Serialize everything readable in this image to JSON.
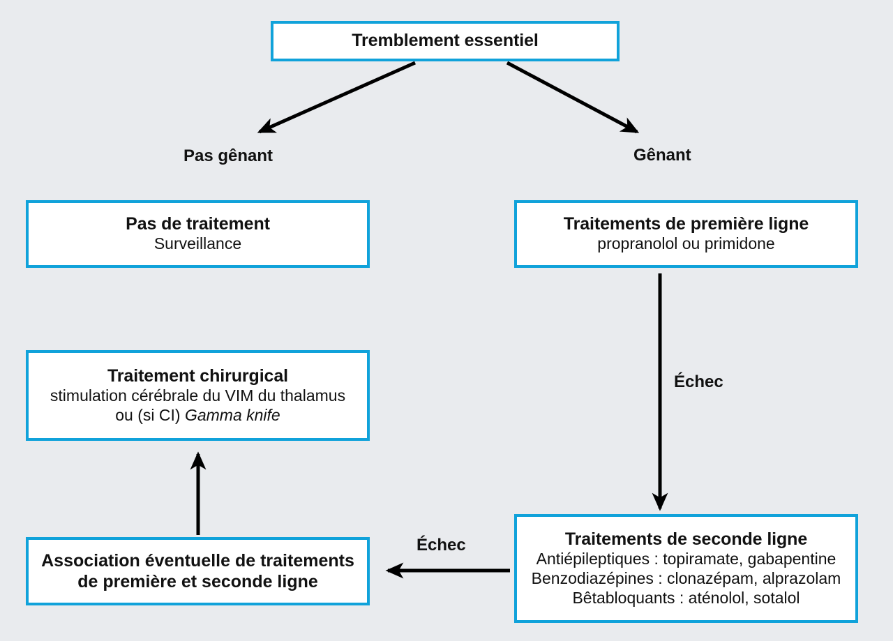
{
  "diagram": {
    "title": "Tremblement essentiel",
    "background_color": "#e9ebee",
    "box_border_color": "#10a2da",
    "box_fill_color": "#ffffff",
    "arrow_color": "#000000",
    "nodes": {
      "root": {
        "title": "Tremblement essentiel"
      },
      "no_treatment": {
        "title": "Pas de traitement",
        "line1": "Surveillance"
      },
      "first_line": {
        "title": "Traitements de première ligne",
        "line1": "propranolol ou primidone"
      },
      "surgery": {
        "title": "Traitement chirurgical",
        "line1": "stimulation cérébrale du VIM du thalamus",
        "line2_prefix": "ou (si CI) ",
        "line2_italic": "Gamma knife"
      },
      "association": {
        "line1": "Association éventuelle de traitements",
        "line2": "de première et seconde ligne"
      },
      "second_line": {
        "title": "Traitements de seconde ligne",
        "line1": "Antiépileptiques : topiramate, gabapentine",
        "line2": "Benzodiazépines : clonazépam, alprazolam",
        "line3": "Bêtabloquants : aténolol, sotalol"
      }
    },
    "edge_labels": {
      "not_bothersome": "Pas gênant",
      "bothersome": "Gênant",
      "failure_vertical": "Échec",
      "failure_horizontal": "Échec"
    }
  }
}
